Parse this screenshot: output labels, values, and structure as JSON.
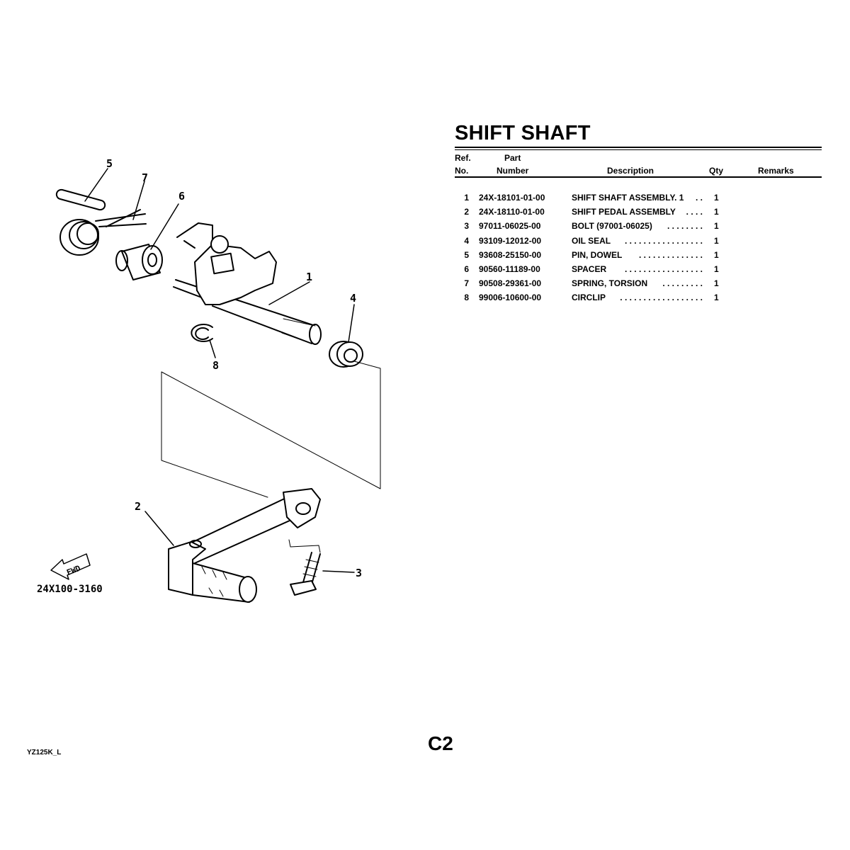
{
  "title": "SHIFT SHAFT",
  "columns": {
    "ref_line1": "Ref.",
    "ref_line2": "No.",
    "part_line1": "Part",
    "part_line2": "Number",
    "description": "Description",
    "qty": "Qty",
    "remarks": "Remarks"
  },
  "rows": [
    {
      "no": "1",
      "part": "24X-18101-01-00",
      "desc": "SHIFT SHAFT ASSEMBLY. 1",
      "dots": ". .",
      "qty": "1"
    },
    {
      "no": "2",
      "part": "24X-18110-01-00",
      "desc": "SHIFT PEDAL ASSEMBLY",
      "dots": ". . . .",
      "qty": "1"
    },
    {
      "no": "3",
      "part": "97011-06025-00",
      "desc": "BOLT (97001-06025)",
      "dots": ". . . . . . . .",
      "qty": "1"
    },
    {
      "no": "4",
      "part": "93109-12012-00",
      "desc": "OIL SEAL",
      "dots": ". . . . . . . . . . . . . . . . .",
      "qty": "1"
    },
    {
      "no": "5",
      "part": "93608-25150-00",
      "desc": "PIN, DOWEL",
      "dots": ". . . . . . . . . . . . . .",
      "qty": "1"
    },
    {
      "no": "6",
      "part": "90560-11189-00",
      "desc": "SPACER",
      "dots": ". . . . . . . . . . . . . . . . .",
      "qty": "1"
    },
    {
      "no": "7",
      "part": "90508-29361-00",
      "desc": "SPRING, TORSION",
      "dots": ". . . . . . . . .",
      "qty": "1"
    },
    {
      "no": "8",
      "part": "99006-10600-00",
      "desc": "CIRCLIP",
      "dots": ". . . . . . . . . . . . . . . . . .",
      "qty": "1"
    }
  ],
  "diagram": {
    "callouts": [
      "1",
      "2",
      "3",
      "4",
      "5",
      "6",
      "7",
      "8"
    ],
    "fwd_label": "FWD",
    "drawing_code": "24X100-3160"
  },
  "page_number": "C2",
  "model_code": "YZ125K_L"
}
